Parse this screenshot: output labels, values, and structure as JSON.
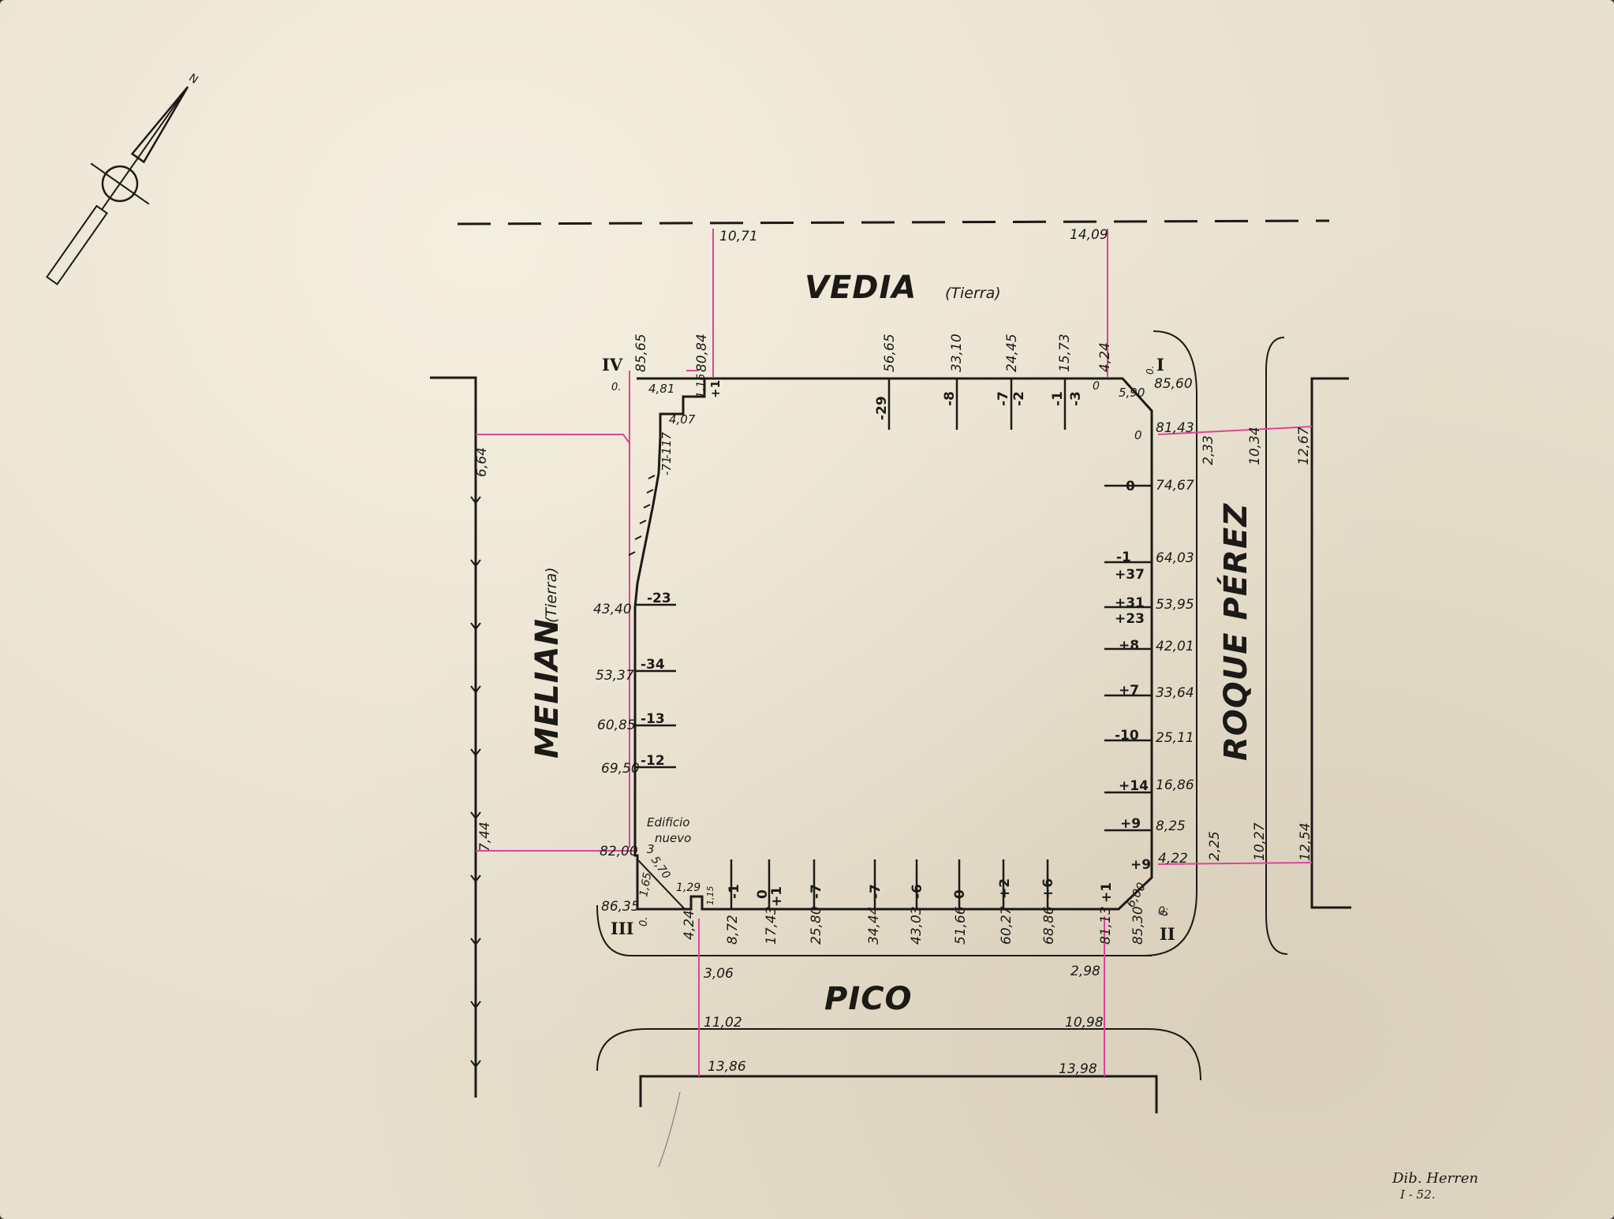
{
  "streets": {
    "north": "VEDIA",
    "north_note": "(Tierra)",
    "west": "MELIAN",
    "west_note": "(Tierra)",
    "east": "ROQUE PÉREZ",
    "south": "PICO"
  },
  "corners": {
    "c1": "I",
    "c2": "II",
    "c3": "III",
    "c4": "IV"
  },
  "building_note": [
    "Edificio",
    "nuevo"
  ],
  "signature": {
    "line1": "Dib. Herren",
    "line2": "I - 52."
  },
  "north_arrow": {
    "icon": "north-arrow-icon",
    "label": "N"
  },
  "colors": {
    "ink": "#1b1a16",
    "link": "#d9469a",
    "paper": "#e8e0ce"
  },
  "north_side": {
    "top_measures": [
      "10,71",
      "14,09"
    ],
    "chainage": [
      "85,65",
      "80,84",
      "56,65",
      "33,10",
      "24,45",
      "15,73",
      "4,24",
      "85,60"
    ],
    "levels": [
      "-29",
      "-8",
      "-7",
      "-2",
      "-1",
      "-3"
    ],
    "corner_small": [
      "0.",
      "4,81",
      "4,07",
      "1,16",
      "+1",
      "0",
      "5,90",
      "0.",
      "0"
    ],
    "west_offsets": [
      "-117",
      "-71"
    ]
  },
  "east_side": {
    "chainage": [
      "81,43",
      "74,67",
      "64,03",
      "53,95",
      "42,01",
      "33,64",
      "25,11",
      "16,86",
      "8,25",
      "4,22"
    ],
    "levels": [
      "0",
      "-1",
      "+37",
      "+31",
      "+23",
      "+8",
      "+7",
      "-10",
      "+14",
      "+9",
      "+9"
    ],
    "street_measures": [
      "2,33",
      "10,34",
      "12,67",
      "2,25",
      "10,27",
      "12,54"
    ],
    "corner_small": [
      "6,00",
      "0.",
      "0."
    ]
  },
  "west_side": {
    "chainage": [
      "43,40",
      "53,37",
      "60,85",
      "69,50",
      "82,00",
      "86,35"
    ],
    "levels": [
      "-23",
      "-34",
      "-13",
      "-12"
    ],
    "street_measures": [
      "6,64",
      "7,44"
    ],
    "corner_small": [
      "3",
      "5,70",
      "1,65",
      "1,29",
      "1,15",
      "0."
    ]
  },
  "south_side": {
    "chainage": [
      "4,24",
      "8,72",
      "17,43",
      "25,80",
      "34,44",
      "43,03",
      "51,66",
      "60,27",
      "68,86",
      "81,13",
      "85,30"
    ],
    "levels": [
      "-1",
      "0",
      "+1",
      "-7",
      "-7",
      "-6",
      "0",
      "+2",
      "+6",
      "+1"
    ],
    "street_measures": [
      "3,06",
      "2,98",
      "11,02",
      "10,98",
      "13,86",
      "13,98"
    ]
  }
}
